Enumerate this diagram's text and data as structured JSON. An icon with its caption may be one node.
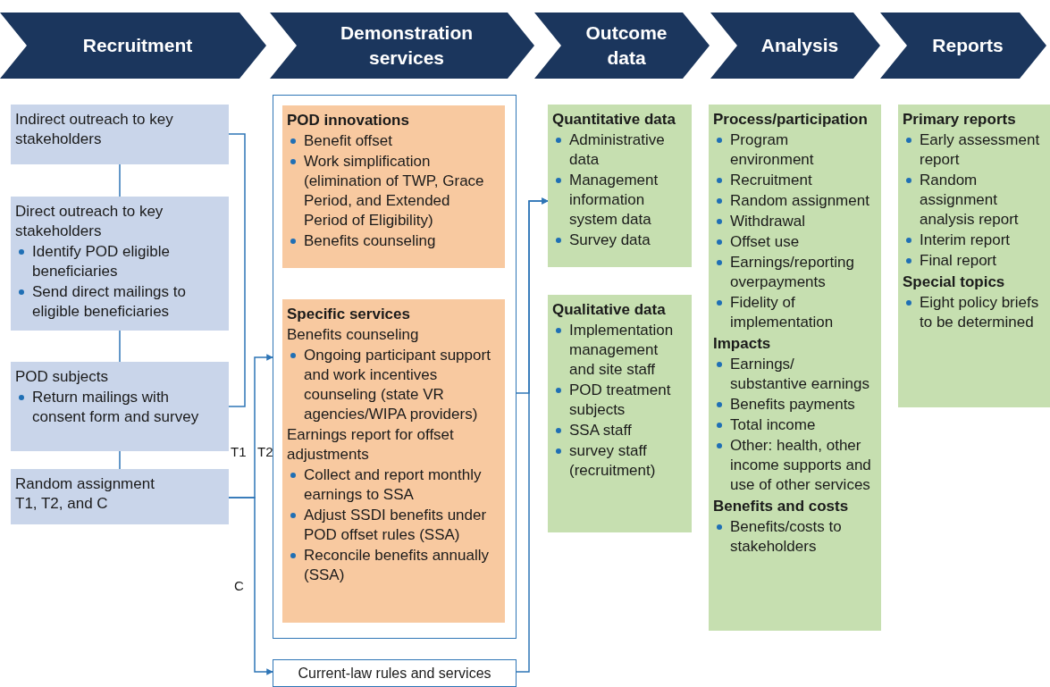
{
  "diagram": {
    "nodes": [
      {
        "text": [
          "Recruitment"
        ]
      },
      {
        "text": [
          "Demonstration services"
        ]
      },
      {
        "text": [
          "Outcome data"
        ]
      },
      {
        "text": [
          "Analysis"
        ]
      },
      {
        "text": [
          "Reports"
        ]
      },
      {
        "text": [
          "Indirect outreach to key stakeholders"
        ]
      },
      {
        "text": [
          "Direct outreach to key stakeholders",
          "Identify POD eligible beneficiaries",
          "Send direct mailings to eligible beneficiaries"
        ]
      },
      {
        "text": [
          "POD subjects",
          "Return mailings with consent form and survey"
        ]
      },
      {
        "text": [
          "Random assignment T1, T2, and C"
        ]
      },
      {
        "text": [],
        "shape": "box"
      },
      {
        "text": [
          "POD innovations",
          "Benefit offset",
          "Work simplification (elimination of TWP, Grace Period, and Extended Period of Eligibility)",
          "Benefits counseling"
        ],
        "in": 9
      },
      {
        "text": [
          "Specific services",
          "Benefits counseling",
          "Ongoing participant support and work incentives counseling (state VR agencies/WIPA providers)",
          "Earnings report for offset adjustments",
          "Collect and report monthly earnings to SSA",
          "Adjust SSDI benefits under POD offset rules (SSA)",
          "Reconcile benefits annually (SSA)"
        ],
        "in": 9
      },
      {
        "text": [
          "Current-law rules and services"
        ]
      },
      {
        "text": [
          "Quantitative data",
          "Administrative data",
          "Management information system data",
          "Survey data"
        ]
      },
      {
        "text": [
          "Qualitative data",
          "Implementation management and site staff",
          "POD treatment subjects",
          "SSA staff",
          "survey staff (recruitment)"
        ]
      },
      {
        "text": [
          "Process/participation",
          "Program environment",
          "Recruitment",
          "Random assignment",
          "Withdrawal",
          "Offset use",
          "Earnings/reporting overpayments",
          "Fidelity of implementation",
          "Impacts",
          "Earnings/ substantive earnings",
          "Benefits payments",
          "Total income",
          "Other: health, other income supports and use of other services",
          "Benefits and costs",
          "Benefits/costs to stakeholders"
        ]
      },
      {
        "text": [
          "Primary reports",
          "Early assessment report",
          "Random assignment analysis report",
          "Interim report",
          "Final report",
          "Special topics",
          "Eight policy briefs to be determined"
        ]
      }
    ],
    "edges": [
      {
        "from": 5,
        "to": 6,
        "arrow": "none"
      },
      {
        "from": 6,
        "to": 7,
        "arrow": "none"
      },
      {
        "from": 7,
        "to": 8,
        "arrow": "none"
      },
      {
        "from": 5,
        "to": 7,
        "arrow": "none"
      },
      {
        "from": 8,
        "to": 9,
        "arrow": "to"
      },
      {
        "from": 8,
        "to": 12,
        "arrow": "to"
      },
      {
        "from": 9,
        "to": 13,
        "arrow": "to"
      },
      {
        "from": 12,
        "to": 13,
        "arrow": "to"
      }
    ],
    "labels": [
      "T1",
      "T2",
      "C"
    ]
  }
}
